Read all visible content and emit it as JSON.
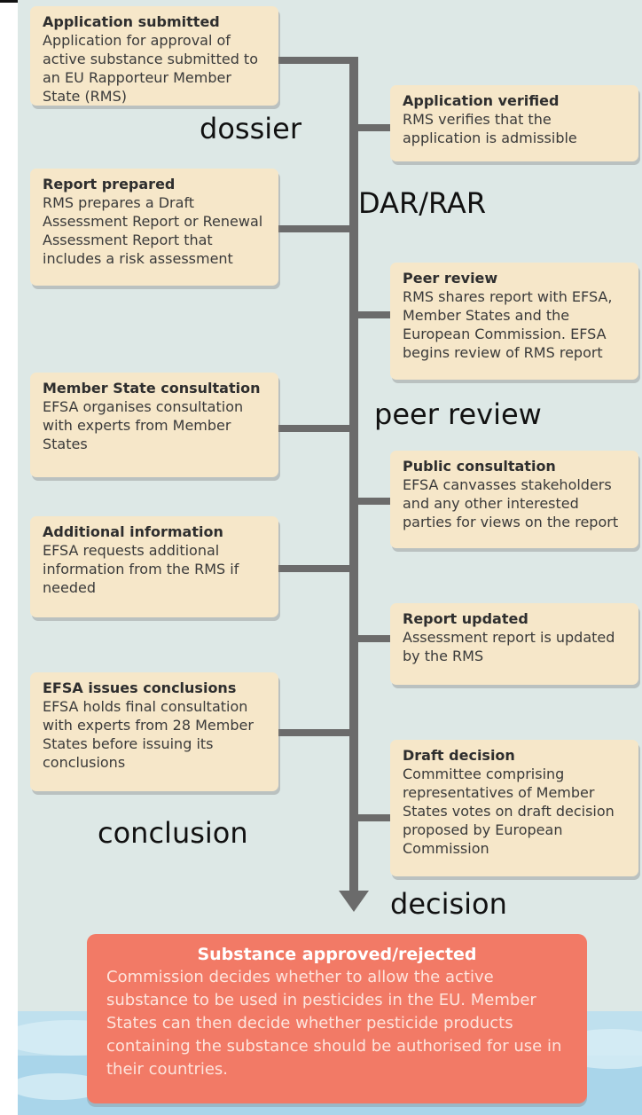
{
  "left_steps": [
    {
      "title": "Application submitted",
      "text": "Application for approval of active substance submitted to an EU Rapporteur Member State (RMS)"
    },
    {
      "title": "Report prepared",
      "text": "RMS prepares a Draft Assessment Report or Renewal Assessment Report that includes a risk assessment"
    },
    {
      "title": "Member State consultation",
      "text": "EFSA organises consultation with experts from Member States"
    },
    {
      "title": "Additional information",
      "text": "EFSA requests additional information from the RMS if needed"
    },
    {
      "title": "EFSA issues conclusions",
      "text": "EFSA holds final consultation with experts from 28 Member States before issuing its conclusions"
    }
  ],
  "right_steps": [
    {
      "title": "Application verified",
      "text": "RMS verifies that the application is admissible"
    },
    {
      "title": "Peer review",
      "text": "RMS shares report with EFSA, Member States and the European Commission. EFSA begins review of RMS report"
    },
    {
      "title": "Public consultation",
      "text": "EFSA canvasses stakeholders and any other interested parties for views on the report"
    },
    {
      "title": "Report updated",
      "text": "Assessment report is updated by the RMS"
    },
    {
      "title": "Draft decision",
      "text": "Committee comprising representatives of Member States votes on draft decision proposed by European Commission"
    }
  ],
  "stage_labels": {
    "dossier": "dossier",
    "dar_rar": "DAR/RAR",
    "peer_review": "peer review",
    "conclusion": "conclusion",
    "decision": "decision"
  },
  "final": {
    "title": "Substance approved/rejected",
    "text": "Commission decides whether to allow the active substance to be used in pesticides in the EU. Member States can then decide whether pesticide products containing the substance should be authorised for use in their countries."
  },
  "colors": {
    "background": "#dde8e6",
    "box": "#f6e7c9",
    "connector": "#6b6b6b",
    "final_box": "#f27a66"
  }
}
